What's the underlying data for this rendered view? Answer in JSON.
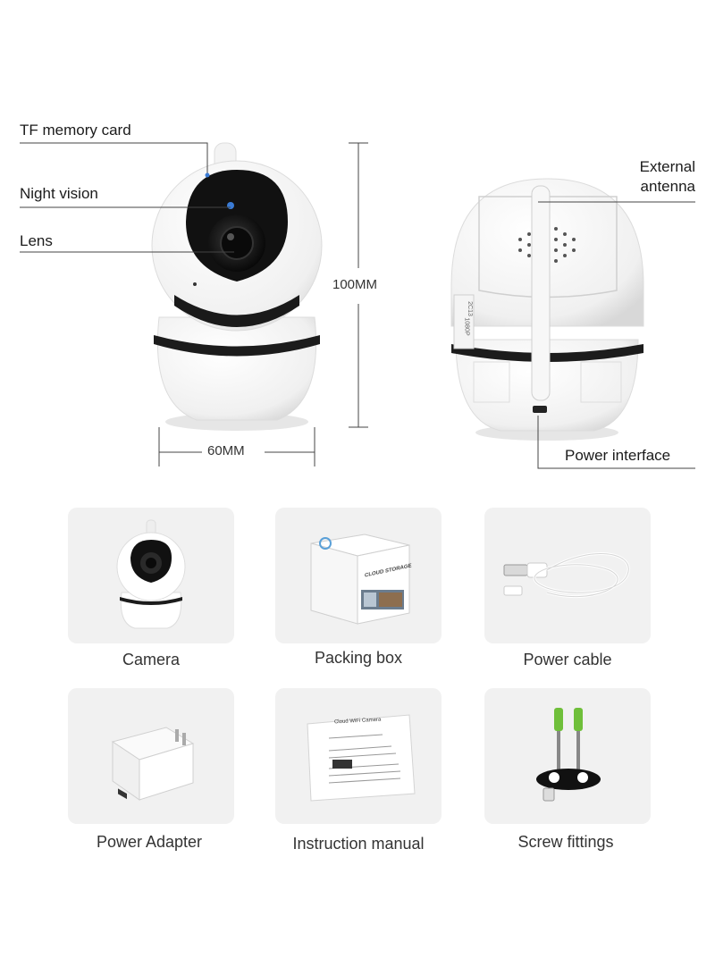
{
  "diagram": {
    "callouts": {
      "tf_card": "TF memory card",
      "night_vision": "Night vision",
      "lens": "Lens",
      "external_antenna": "External\nantenna",
      "power_interface": "Power interface"
    },
    "dimensions": {
      "height": "100MM",
      "width": "60MM"
    },
    "back_label": [
      "2C13",
      "1080P"
    ]
  },
  "package": {
    "items": [
      {
        "label": "Camera",
        "icon": "camera-icon"
      },
      {
        "label": "Packing box",
        "icon": "box-icon",
        "box_text": "CLOUD STORAGE"
      },
      {
        "label": "Power cable",
        "icon": "cable-icon"
      },
      {
        "label": "Power Adapter",
        "icon": "adapter-icon"
      },
      {
        "label": "Instruction manual",
        "icon": "manual-icon",
        "manual_title": "Cloud WiFi Camera"
      },
      {
        "label": "Screw fittings",
        "icon": "screw-icon"
      }
    ]
  },
  "colors": {
    "body": "#ffffff",
    "lens_ring": "#111111",
    "card_bg": "#f1f1f1",
    "screw_green": "#6fbf3a",
    "line": "#444444"
  }
}
